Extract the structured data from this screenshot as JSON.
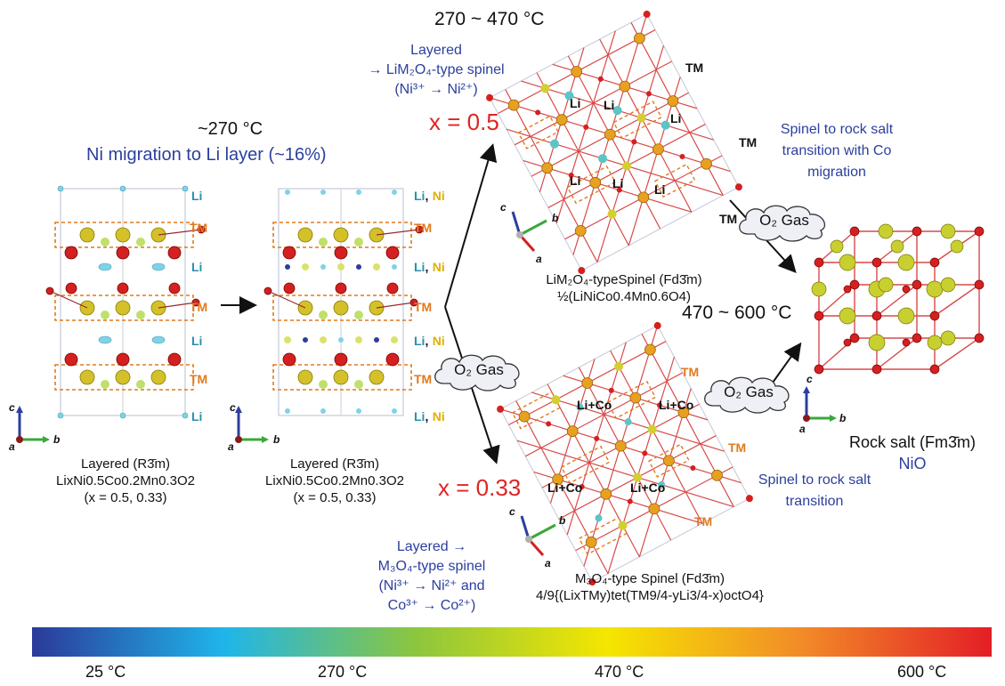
{
  "headers": {
    "t270": "~270 °C",
    "ni_migration": "Ni migration to Li layer (~16%)",
    "t270_470": "270 ~ 470 °C",
    "t470_600": "470 ~ 600 °C"
  },
  "path_top": {
    "l1": "Layered",
    "l2": "→ LiM₂O₄-type spinel",
    "l3": "(Ni³⁺ → Ni²⁺)",
    "x": "x = 0.5"
  },
  "path_bottom": {
    "l1": "Layered →",
    "l2": "M₃O₄-type spinel",
    "l3": "(Ni³⁺ → Ni²⁺ and",
    "l4": "Co³⁺ → Co²⁺)",
    "x": "x = 0.33"
  },
  "transitions": {
    "co_l1": "Spinel to rock salt",
    "co_l2": "transition with Co",
    "co_l3": "migration",
    "plain_l1": "Spinel to rock salt",
    "plain_l2": "transition"
  },
  "gas": {
    "o2": "O₂ Gas"
  },
  "structures": {
    "layered1": {
      "l1": "Layered (R3̄m)",
      "l2": "LixNi0.5Co0.2Mn0.3O2",
      "l3": "(x = 0.5, 0.33)"
    },
    "layered2": {
      "l1": "Layered (R3̄m)",
      "l2": "LixNi0.5Co0.2Mn0.3O2",
      "l3": "(x = 0.5, 0.33)"
    },
    "spinel_top": {
      "l1": "LiM₂O₄-typeSpinel (Fd3̄m)",
      "l2": "½(LiNiCo0.4Mn0.6O4)"
    },
    "spinel_bottom": {
      "l1": "M₃O₄-type Spinel (Fd3̄m)",
      "l2": "4/9{(LixTMy)tet(TM9/4-yLi3/4-x)octO4}"
    },
    "rocksalt": {
      "l1": "Rock salt (Fm3̄m)",
      "l2": "NiO"
    }
  },
  "layer_labels": {
    "li": "Li",
    "ni": "Ni",
    "comma": ",",
    "tm": "TM",
    "li_co": "Li+Co"
  },
  "axes": {
    "a": "a",
    "b": "b",
    "c": "c"
  },
  "colorbar": {
    "t1": "25 °C",
    "t2": "270 °C",
    "t3": "470 °C",
    "t4": "600 °C",
    "colors": [
      "#2b3a99",
      "#1fb5ea",
      "#8cc63e",
      "#f5e600",
      "#f28c28",
      "#e41e26"
    ]
  }
}
